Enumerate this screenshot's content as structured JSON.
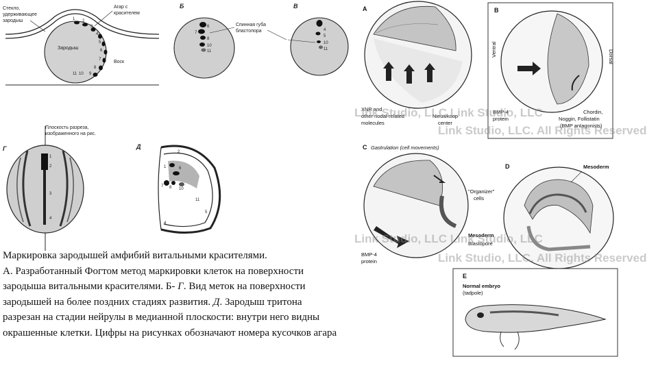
{
  "left_figure": {
    "panel_a": {
      "labels": {
        "glass": "Стекло,",
        "holding": "удерживающее",
        "embryo_line": "зародыш",
        "agar": "Агар с",
        "dye": "красителем",
        "embryo": "Зародыш",
        "wax": "Воск"
      },
      "numbers": [
        "1",
        "2",
        "3",
        "4",
        "5",
        "6",
        "7",
        "8",
        "9",
        "10",
        "11"
      ]
    },
    "panel_b": {
      "letter": "Б",
      "lip_label_1": "Спинная губа",
      "lip_label_2": "бластопора",
      "numbers": [
        "6",
        "7",
        "8",
        "10",
        "11"
      ]
    },
    "panel_v": {
      "letter": "В",
      "numbers": [
        "4",
        "5",
        "10",
        "11"
      ]
    },
    "panel_g": {
      "letter": "Г",
      "plane_label_1": "Плоскость разреза,",
      "plane_label_2": "изображенного на рис. Д",
      "numbers": [
        "1",
        "2",
        "3",
        "4"
      ]
    },
    "panel_d": {
      "letter": "Д",
      "numbers": [
        "1",
        "2",
        "4",
        "5",
        "6",
        "7",
        "8",
        "10",
        "11"
      ]
    },
    "caption": {
      "line1": "Маркировка зародышей амфибий витальными красителями.",
      "line2_a": "А. Разработанный Фогтом метод маркировки клеток на поверхности зародыша витальными красителями. Б-",
      "line2_g": "Г",
      "line2_b": ". Вид меток на поверхности зародышей на более поздних стадиях развития.",
      "line3_d": "Д",
      "line3_b": ". Зародыш тритона разрезан на стадии нейрулы в медианной плоскости: внутри него видны окрашенные клетки. Цифры на рисунках обозначают номера кусочков агара"
    }
  },
  "right_figure": {
    "panel_a": {
      "letter": "A",
      "label_xnr_1": "XNR and",
      "label_xnr_2": "other nodal-related",
      "label_xnr_3": "molecules",
      "label_nieuwkoop_1": "Nieuwkoop",
      "label_nieuwkoop_2": "center"
    },
    "panel_b": {
      "letter": "B",
      "ventral": "Ventral",
      "dorsal": "Dorsal",
      "bmp_1": "BMP-4",
      "bmp_2": "protein",
      "chordin_1": "Chordin,",
      "chordin_2": "Noggin, Follistatin",
      "chordin_3": "(BMP antagonists)"
    },
    "panel_c": {
      "letter": "C",
      "title": "Gastrulation (cell movements)",
      "organizer_1": "\"Organizer\"",
      "organizer_2": "cells",
      "mesoderm": "Mesoderm",
      "blastopore": "Blastopore",
      "bmp_1": "BMP-4",
      "bmp_2": "protein"
    },
    "panel_d": {
      "letter": "D",
      "mesoderm": "Mesoderm"
    },
    "panel_e": {
      "letter": "E",
      "label_1": "Normal embryo",
      "label_2": "(tadpole)"
    },
    "watermark_1": "Link Studio, LLC Link Studio, LLC",
    "watermark_2": "Link Studio, LLC. All Rights Reserved"
  }
}
